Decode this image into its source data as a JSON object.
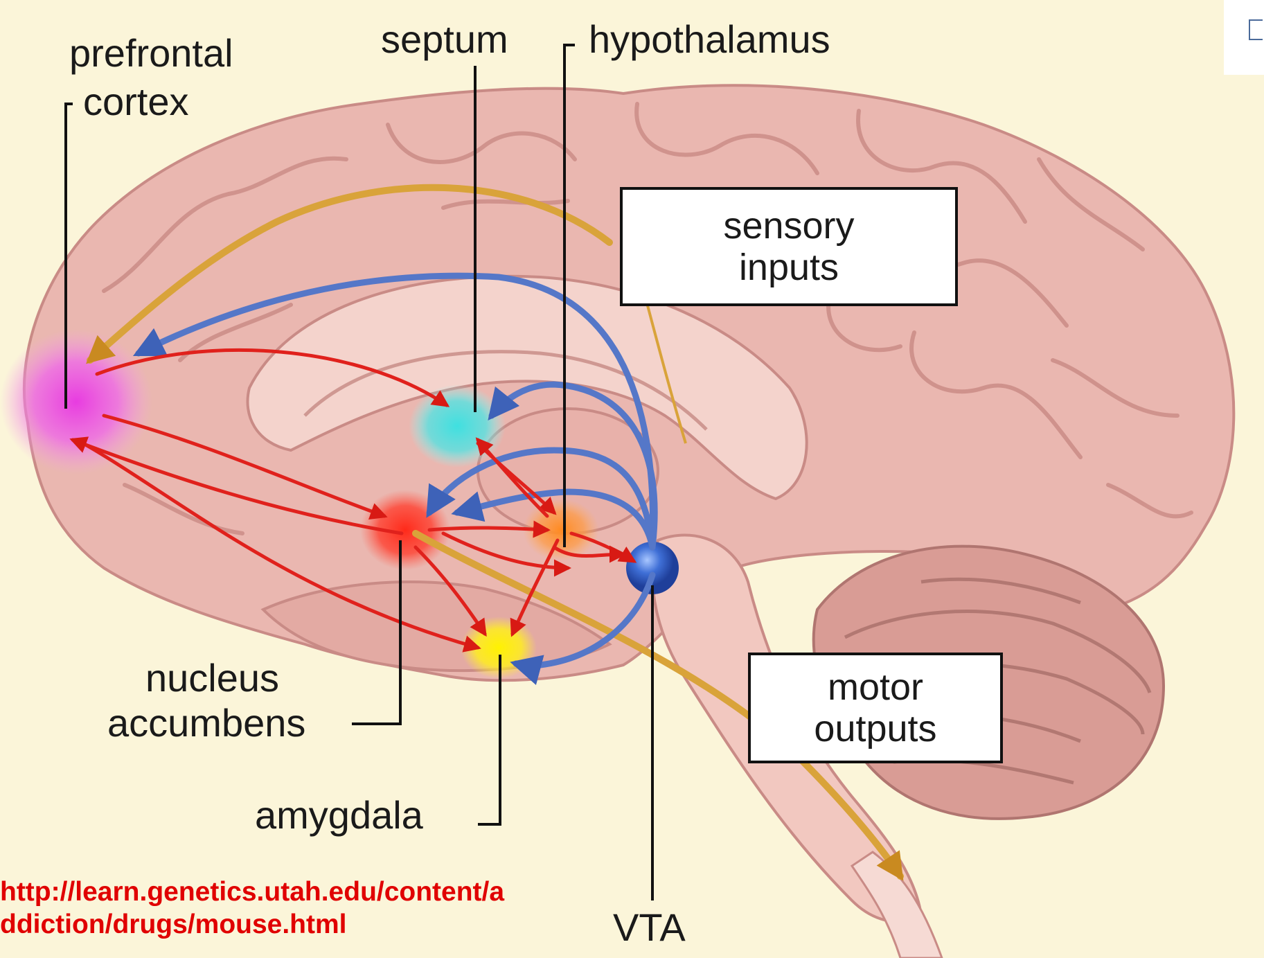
{
  "labels": {
    "prefrontal_line1": "prefrontal",
    "prefrontal_line2": "cortex",
    "septum": "septum",
    "hypothalamus": "hypothalamus",
    "nucleus_line1": "nucleus",
    "nucleus_line2": "accumbens",
    "amygdala": "amygdala",
    "vta": "VTA"
  },
  "boxes": {
    "sensory_line1": "sensory",
    "sensory_line2": "inputs",
    "motor_line1": "motor",
    "motor_line2": "outputs"
  },
  "source": {
    "line1": "http://learn.genetics.utah.edu/content/a",
    "line2": "ddiction/drugs/mouse.html"
  },
  "colors": {
    "background": "#fbf5d9",
    "brain": "#eab7b0",
    "red_pathway": "#e0211c",
    "blue_pathway": "#5577c8",
    "gold_pathway": "#d9a33a",
    "source_text": "#e00000"
  }
}
